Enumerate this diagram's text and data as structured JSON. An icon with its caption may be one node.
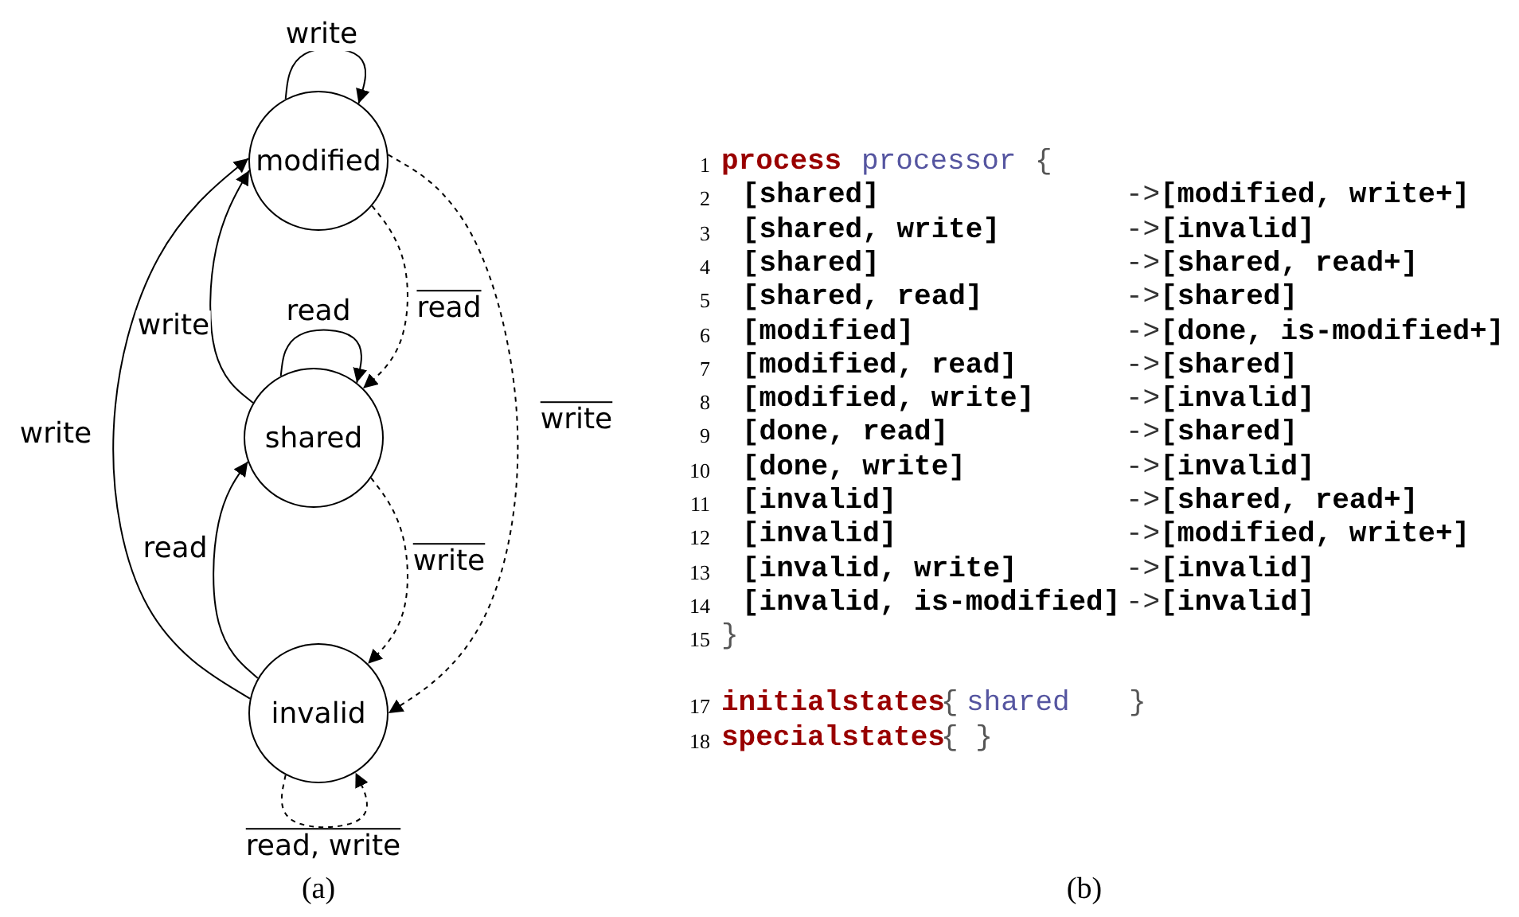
{
  "diagram": {
    "nodes": [
      {
        "text": [
          "modified"
        ]
      },
      {
        "text": [
          "shared"
        ]
      },
      {
        "text": [
          "invalid"
        ]
      }
    ],
    "edges": [
      {
        "from": 0,
        "to": 0,
        "arrow": "to",
        "label": "write"
      },
      {
        "from": 1,
        "to": 1,
        "arrow": "to",
        "label": "read"
      },
      {
        "from": 2,
        "to": 2,
        "arrow": "to",
        "label": "read, write",
        "style": "dashed"
      },
      {
        "from": 1,
        "to": 0,
        "arrow": "to",
        "label": "write"
      },
      {
        "from": 2,
        "to": 0,
        "arrow": "to",
        "label": "write"
      },
      {
        "from": 2,
        "to": 1,
        "arrow": "to",
        "label": "read"
      },
      {
        "from": 0,
        "to": 1,
        "arrow": "to",
        "label": "read",
        "style": "dashed"
      },
      {
        "from": 0,
        "to": 2,
        "arrow": "to",
        "label": "write",
        "style": "dashed"
      },
      {
        "from": 1,
        "to": 2,
        "arrow": "to",
        "label": "write",
        "style": "dashed"
      }
    ],
    "labels": [
      "1",
      "process",
      "processor",
      "{",
      "2",
      "[shared]",
      "->**[modified, write+]**",
      "3",
      "[shared, write]",
      "->**[invalid]**",
      "4",
      "[shared]",
      "->**[shared, read+]**",
      "5",
      "[shared, read]",
      "->**[shared]**",
      "6",
      "[modified]",
      "->**[done, is-modified+]**",
      "7",
      "[modified, read]",
      "->**[shared]**",
      "8",
      "[modified, write]",
      "->**[invalid]**",
      "9",
      "[done, read]",
      "->**[shared]**",
      "10",
      "[done, write]",
      "->**[invalid]**",
      "11",
      "[invalid]",
      "->**[shared, read+]**",
      "12",
      "[invalid]",
      "->**[modified, write+]**",
      "13",
      "[invalid, write]",
      "->**[invalid]**",
      "14",
      "[invalid, is-modified]",
      "->**[invalid]**",
      "15",
      "}",
      "17",
      "initialstates",
      "{",
      "shared",
      "}",
      "18",
      "specialstates",
      "{ }",
      "(a)",
      "(b)"
    ]
  }
}
